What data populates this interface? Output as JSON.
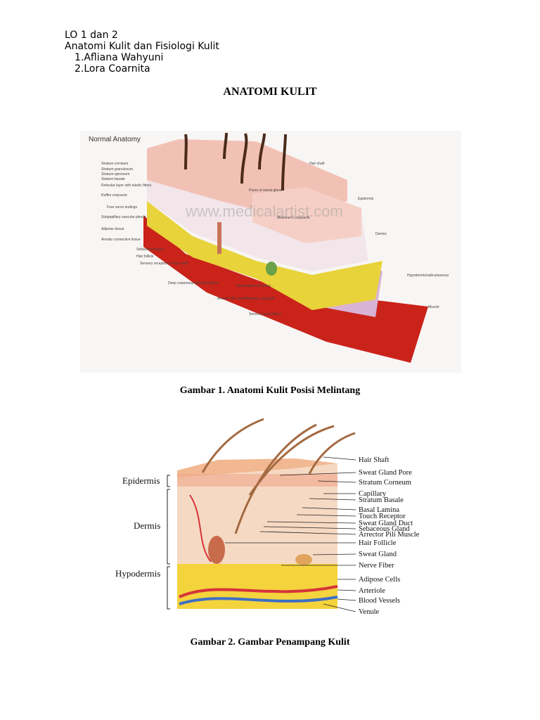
{
  "header": {
    "line1": "LO 1 dan 2",
    "line2": "Anatomi Kulit dan Fisiologi Kulit",
    "line3": "1.Afliana Wahyuni",
    "line4": "2.Lora Coarnita"
  },
  "title": "ANATOMI KULIT",
  "figure1": {
    "heading": "Normal Anatomy",
    "watermark": "www.medicalartist.com",
    "caption": "Gambar 1. Anatomi Kulit Posisi Melintang",
    "left_labels": [
      "Stratum corneum",
      "Stratum granulosum",
      "Stratum spinosum",
      "Stratum basale",
      "Reticular layer with elastic fibers",
      "Ruffini corpuscle",
      "Free nerve endings",
      "Subpapillary vascular plexus",
      "Adipose tissue",
      "Areolar connective tissue",
      "Sebaceous gland",
      "Hair follicle",
      "Sensory receptors of hair shaft",
      "Deep cutaneous vascular plexus",
      "Arrector pili muscle",
      "Sweat gland (Eccrine)",
      "Pacinian corpuscle",
      "Sensory nerve fibers",
      "Pores of sweat gland",
      "Meissner's corpuscle"
    ],
    "right_labels": [
      "Hair shaft",
      "Epidermis",
      "Dermis",
      "Hypodermis/subcutaneous",
      "Muscle"
    ]
  },
  "figure2": {
    "caption": "Gambar 2. Gambar Penampang Kulit",
    "left_labels": [
      "Epidermis",
      "Dermis",
      "Hypodermis"
    ],
    "right_labels": [
      "Hair Shaft",
      "Sweat Gland Pore",
      "Stratum Corneum",
      "Capillary",
      "Stratum Basale",
      "Basal Lamina",
      "Touch Receptor",
      "Sweat Gland Duct",
      "Sebaceous Gland",
      "Arrector Pili Muscle",
      "Hair Follicle",
      "Sweat Gland",
      "Nerve Fiber",
      "Adipose Cells",
      "Arteriole",
      "Blood Vessels",
      "Venule"
    ]
  },
  "colors": {
    "skin_top": "#f2c1b5",
    "dermis": "#f8e4e0",
    "fat": "#e8d33a",
    "muscle": "#d22a1e",
    "hypodermis_purple": "#d9b3d6"
  }
}
